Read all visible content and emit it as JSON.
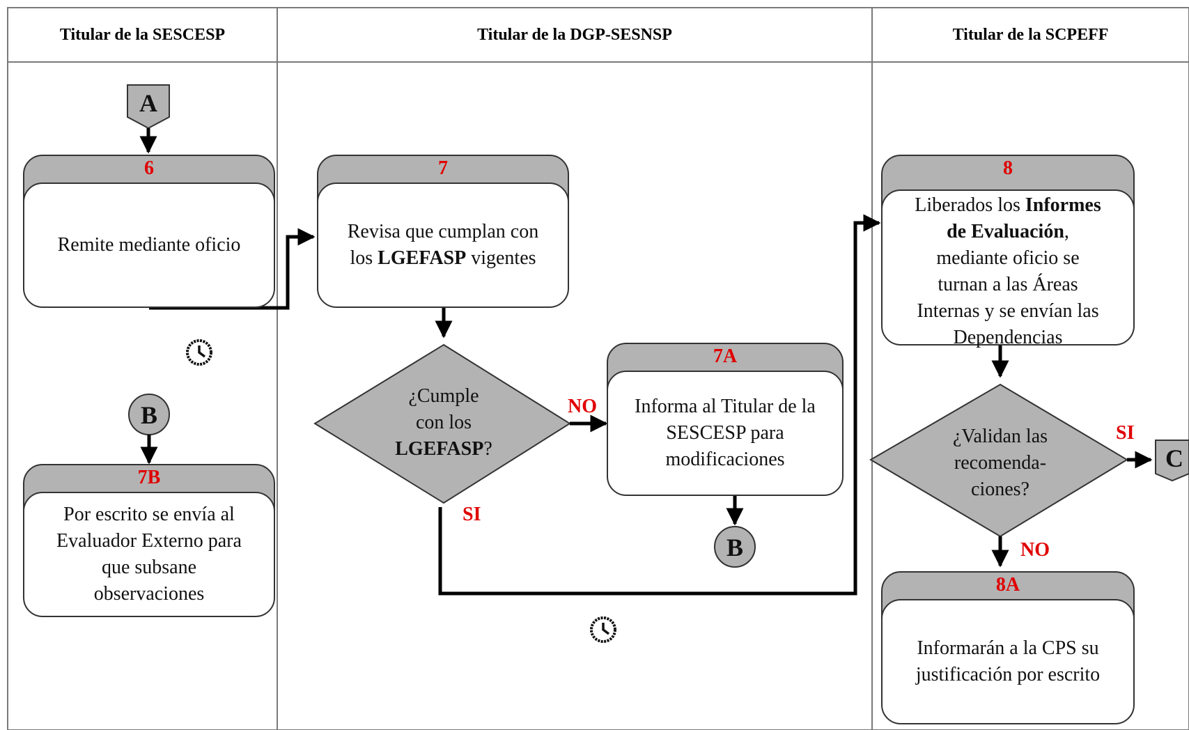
{
  "lanes": [
    {
      "title": "Titular de la SESCESP"
    },
    {
      "title": "Titular de la DGP-SESNSP"
    },
    {
      "title": "Titular de la SCPEFF"
    }
  ],
  "connectors": {
    "a": "A",
    "b1": "B",
    "b2": "B",
    "c": "C"
  },
  "steps": {
    "s6": {
      "num": "6",
      "text": "Remite mediante oficio"
    },
    "s7": {
      "num": "7",
      "text_1": "Revisa que cumplan con",
      "text_2": "los ",
      "bold": "LGEFASP",
      "text_3": " vigentes"
    },
    "s7a": {
      "num": "7A",
      "line_1": "Informa al Titular de la",
      "line_2": "SESCESP para",
      "line_3": "modificaciones"
    },
    "s7b": {
      "num": "7B",
      "line_1": "Por escrito se envía al",
      "line_2": "Evaluador Externo para",
      "line_3": "que subsane",
      "line_4": "observaciones"
    },
    "s8": {
      "num": "8",
      "line_1a": "Liberados los ",
      "line_1b": "Informes",
      "line_2a": "de Evaluación",
      "line_2b": ",",
      "line_3": "mediante oficio se",
      "line_4": "turnan a las Áreas",
      "line_5": "Internas y se envían las",
      "line_6": "Dependencias"
    },
    "s8a": {
      "num": "8A",
      "line_1": "Informarán a la CPS su",
      "line_2": "justificación por escrito"
    }
  },
  "decisions": {
    "d7": {
      "line_1": "¿Cumple",
      "line_2": "con los",
      "line_3a": "LGEFASP",
      "line_3b": "?"
    },
    "d8": {
      "line_1": "¿Validan las",
      "line_2": "recomenda-",
      "line_3": "ciones?"
    }
  },
  "labels": {
    "d7_no": "NO",
    "d7_si": "SI",
    "d8_si": "SI",
    "d8_no": "NO"
  },
  "colors": {
    "accent_red": "#e00000",
    "shape_gray": "#b3b3b3",
    "line": "#000000"
  }
}
